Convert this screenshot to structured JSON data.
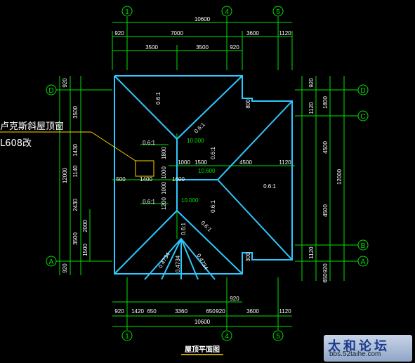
{
  "axes": {
    "top": [
      "1",
      "4",
      "5"
    ],
    "bottom": [
      "1",
      "4",
      "5"
    ],
    "left": [
      "D",
      "A"
    ],
    "right": [
      "D",
      "C",
      "B",
      "A"
    ]
  },
  "top_dims": {
    "total": "10600",
    "row2": [
      "920",
      "7000",
      "3600",
      "1120"
    ],
    "row3": [
      "3500",
      "3500",
      "920"
    ]
  },
  "bottom_dims": {
    "row1": [
      "920",
      "1420",
      "650",
      "3360",
      "650",
      "920",
      "3600",
      "1120"
    ],
    "extra": "920",
    "total": "10600"
  },
  "left_dims": {
    "outer": [
      "920",
      "12000",
      "920"
    ],
    "inner": [
      "3500",
      "1430",
      "1140",
      "2430",
      "3500"
    ],
    "inner2": [
      "2000",
      "1500"
    ]
  },
  "right_dims": {
    "a": [
      "920",
      "1120",
      "1800",
      "4500",
      "4500",
      "1120",
      "920"
    ],
    "b": [
      "12000"
    ],
    "c": "650"
  },
  "plan_texts": {
    "slope_a": "0.6:1",
    "slope_b": "0.6:1",
    "slope_c": "0.6:1",
    "slope_d": "0.6:1",
    "slope_e": "0.6:1",
    "slope_f": "0.6:1",
    "slope_g": "0.6:1",
    "slope_h": "0.6:1",
    "slope_i": "0.6:1",
    "slope_j": "0.4734",
    "slope_k": "0.4734",
    "slope_l": "0.4734",
    "el1": "10.000",
    "el2": "10.600",
    "el3": "10.000",
    "d1": "1800",
    "d2": "1500",
    "d3": "1000",
    "d4": "4500",
    "d5": "1120",
    "d6": "500",
    "d7": "1400",
    "d8": "1600",
    "d9": "1000",
    "d10": "1200",
    "d11": "800",
    "d12": "300",
    "d13": "1000"
  },
  "callout": {
    "line1": "卢克斯斜屋顶窗",
    "line2": "L608改"
  },
  "title": "屋顶平面图",
  "watermark": {
    "brand": "太和论坛",
    "url": "bbs.52taihe.com"
  }
}
